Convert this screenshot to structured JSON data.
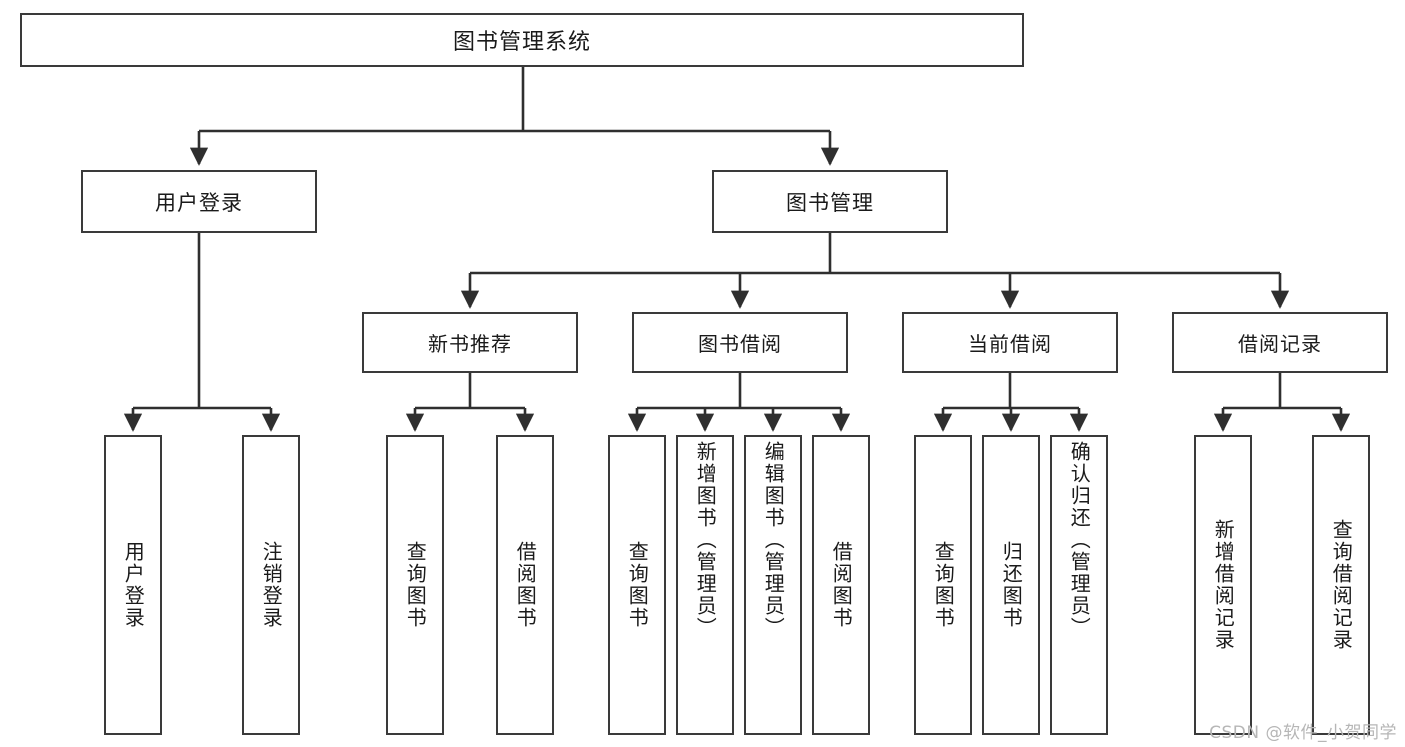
{
  "diagram": {
    "title": "图书管理系统",
    "type": "hierarchy-tree",
    "watermark": "CSDN @软件_小贺同学",
    "colors": {
      "box_border": "#3a3a3a",
      "box_fill": "#ffffff",
      "connector": "#2f2f2f",
      "text": "#1a1a1a",
      "watermark": "#b6b6b6"
    }
  },
  "nodes": {
    "root": {
      "label": "图书管理系统"
    },
    "level1": [
      {
        "label": "用户登录"
      },
      {
        "label": "图书管理"
      }
    ],
    "level2": [
      {
        "label": "新书推荐"
      },
      {
        "label": "图书借阅"
      },
      {
        "label": "当前借阅"
      },
      {
        "label": "借阅记录"
      }
    ],
    "leaves": {
      "user_login": [
        {
          "label": "用户登录"
        },
        {
          "label": "注销登录"
        }
      ],
      "new_book": [
        {
          "label": "查询图书"
        },
        {
          "label": "借阅图书"
        }
      ],
      "borrow_book": [
        {
          "label": "查询图书"
        },
        {
          "label": "新增图书（管理员）"
        },
        {
          "label": "编辑图书（管理员）"
        },
        {
          "label": "借阅图书"
        }
      ],
      "current_borrow": [
        {
          "label": "查询图书"
        },
        {
          "label": "归还图书"
        },
        {
          "label": "确认归还（管理员）"
        }
      ],
      "borrow_record": [
        {
          "label": "新增借阅记录"
        },
        {
          "label": "查询借阅记录"
        }
      ]
    }
  }
}
